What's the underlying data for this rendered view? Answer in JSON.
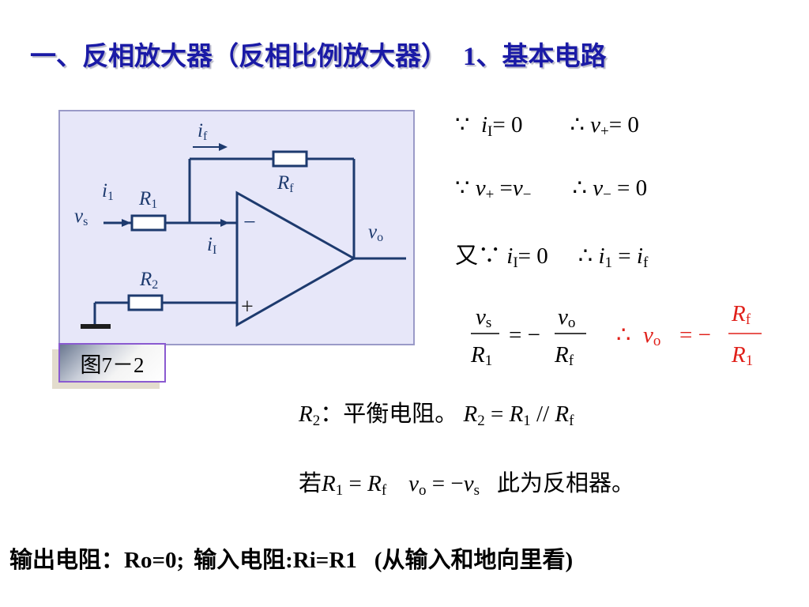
{
  "title": {
    "part1": "一、反相放大器（反相比例放大器）",
    "part2": "1、基本电路"
  },
  "circuit": {
    "labels": {
      "i_f": "i",
      "i_f_sub": "f",
      "R_f": "R",
      "R_f_sub": "f",
      "i_1": "i",
      "i_1_sub": "1",
      "R_1": "R",
      "R_1_sub": "1",
      "v_s": "v",
      "v_s_sub": "s",
      "i_I": "i",
      "i_I_sub": "I",
      "R_2": "R",
      "R_2_sub": "2",
      "v_o": "v",
      "v_o_sub": "o",
      "minus": "−",
      "plus": "+"
    },
    "colors": {
      "panel": "#e7e7f9",
      "border": "#9a9ac8",
      "wire": "#1d3a6e"
    }
  },
  "figure_label": "图7－2",
  "equations": {
    "line1": {
      "because": "∵",
      "lhs": "i",
      "lhs_sub": "I",
      "rhs": "= 0",
      "therefore": "∴",
      "lhs2": "v",
      "lhs2_sub": "+",
      "rhs2": "= 0"
    },
    "line2": {
      "because": "∵",
      "lhs": "v",
      "lhs_sub": "+",
      "mid": " =",
      "lhs_b": "v",
      "lhs_b_sub": "−",
      "therefore": "∴",
      "lhs2": "v",
      "lhs2_sub": "−",
      "rhs2": " = 0"
    },
    "line3": {
      "prefix": "又∵",
      "lhs": "i",
      "lhs_sub": "I",
      "rhs": "= 0",
      "therefore": "∴",
      "lhs2": "i",
      "lhs2_sub": "1",
      "eq": " = ",
      "rhs2": "i",
      "rhs2_sub": "f"
    },
    "fraction": {
      "num1": "v",
      "num1_sub": "s",
      "den1": "R",
      "den1_sub": "1",
      "equals": "= −",
      "num2": "v",
      "num2_sub": "o",
      "den2": "R",
      "den2_sub": "f",
      "therefore": "∴",
      "lhs": "v",
      "lhs_sub": "o",
      "eq": "= −",
      "num3": "R",
      "num3_sub": "f",
      "den3": "R",
      "den3_sub": "1"
    },
    "balance": {
      "r2": "R",
      "r2_sub": "2",
      "text": "：平衡电阻。",
      "eq_lhs": "R",
      "eq_lhs_sub": "2",
      "eq1": " = ",
      "eq_r1": "R",
      "eq_r1_sub": "1",
      "par": " // ",
      "eq_rf": "R",
      "eq_rf_sub": "f"
    },
    "case": {
      "if": "若",
      "r1": "R",
      "r1_sub": "1",
      "eq": " = ",
      "rf": "R",
      "rf_sub": "f",
      "vo": "v",
      "vo_sub": "o",
      "eq2": " = −",
      "vs": "v",
      "vs_sub": "s",
      "tail": "此为反相器。"
    }
  },
  "footer": {
    "output": "输出电阻：Ro=0;",
    "input": "输入电阻:Ri=R1",
    "note": "(从输入和地向里看)"
  },
  "colors": {
    "title": "#1a1aa6",
    "red": "#e0201a"
  }
}
